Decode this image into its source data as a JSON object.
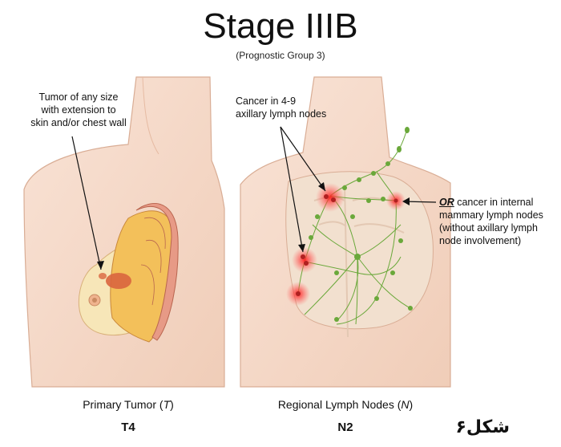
{
  "title": "Stage IIIB",
  "subtitle": "(Prognostic Group 3)",
  "left_panel": {
    "annotation": [
      "Tumor of any size",
      "with extension to",
      "skin and/or chest wall"
    ],
    "caption": "Primary Tumor",
    "caption_var": "T",
    "code": "T4"
  },
  "right_panel": {
    "annotation_top": [
      "Cancer in 4-9",
      "axillary lymph nodes"
    ],
    "annotation_right_or": "OR",
    "annotation_right": [
      " cancer in internal",
      "mammary lymph nodes",
      "(without axillary lymph",
      "node involvement)"
    ],
    "caption": "Regional Lymph Nodes",
    "caption_var": "N",
    "code": "N2"
  },
  "figure_label": "شکل۶",
  "colors": {
    "skin": "#f6d9c8",
    "skin_edge": "#d9ad95",
    "muscle": "#e79a86",
    "fat": "#f3c05a",
    "node_green": "#6aa83a",
    "tumor_red": "#e03a3a"
  }
}
